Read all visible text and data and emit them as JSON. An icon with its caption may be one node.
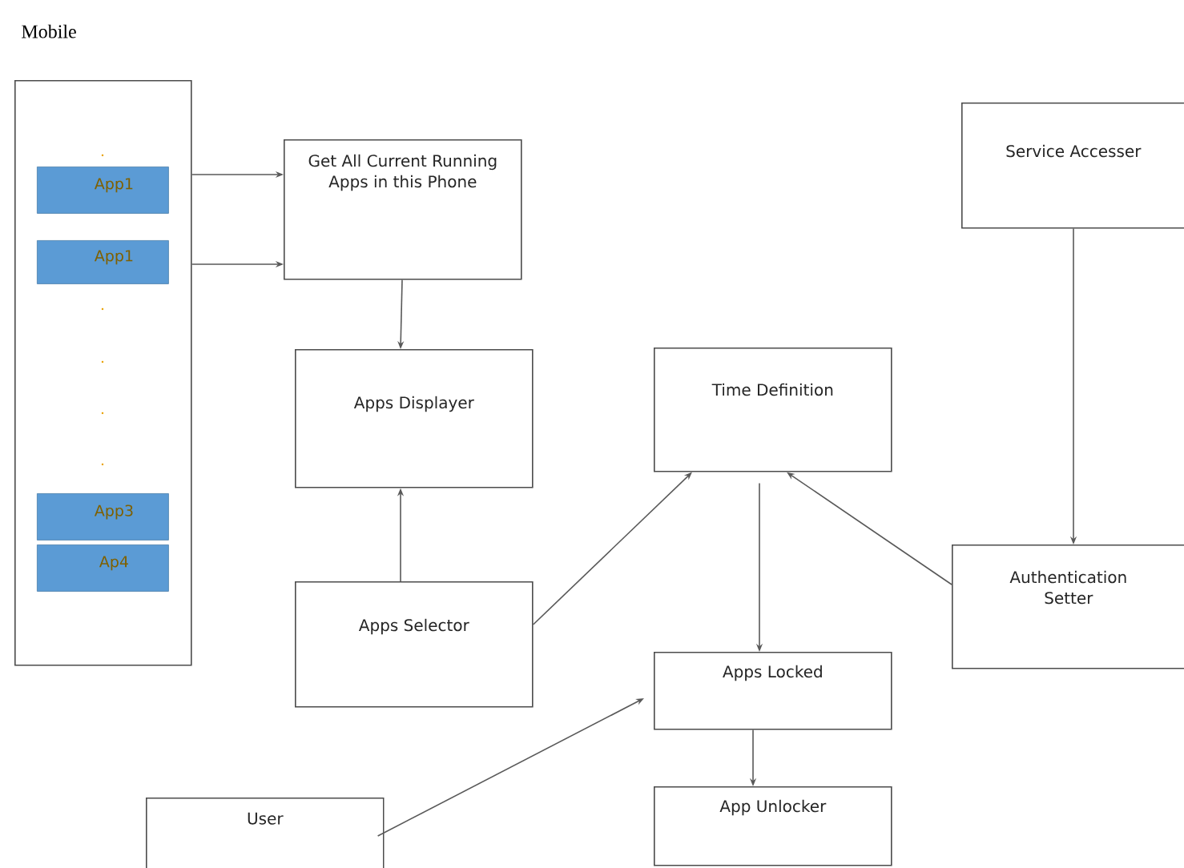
{
  "diagram": {
    "nodes": [
      {
        "text": [
          "Mobile"
        ]
      },
      {
        "text": [
          "App1"
        ],
        "in": 0
      },
      {
        "text": [
          "App1"
        ],
        "in": 0
      },
      {
        "text": [
          "App3"
        ],
        "in": 0
      },
      {
        "text": [
          "Ap4"
        ],
        "in": 0
      },
      {
        "text": [
          "Get All Current Running Apps in this Phone"
        ]
      },
      {
        "text": [
          "Apps Displayer"
        ]
      },
      {
        "text": [
          "Apps Selector"
        ]
      },
      {
        "text": [
          "Time Definition"
        ]
      },
      {
        "text": [
          "Service Accesser"
        ]
      },
      {
        "text": [
          "Authentication Setter"
        ]
      },
      {
        "text": [
          "Apps Locked"
        ]
      },
      {
        "text": [
          "App Unlocker"
        ]
      },
      {
        "text": [
          "User"
        ]
      }
    ],
    "edges": [
      {
        "from": 0,
        "to": 5,
        "arrow": "to"
      },
      {
        "from": 0,
        "to": 5,
        "arrow": "to"
      },
      {
        "from": 5,
        "to": 6,
        "arrow": "to"
      },
      {
        "from": 7,
        "to": 6,
        "arrow": "to"
      },
      {
        "from": 7,
        "to": 8,
        "arrow": "to"
      },
      {
        "from": 8,
        "to": 11,
        "arrow": "to"
      },
      {
        "from": 10,
        "to": 8,
        "arrow": "to"
      },
      {
        "from": 9,
        "to": 10,
        "arrow": "to"
      },
      {
        "from": 13,
        "to": 11,
        "arrow": "to"
      },
      {
        "from": 11,
        "to": 12,
        "arrow": "to"
      }
    ]
  }
}
